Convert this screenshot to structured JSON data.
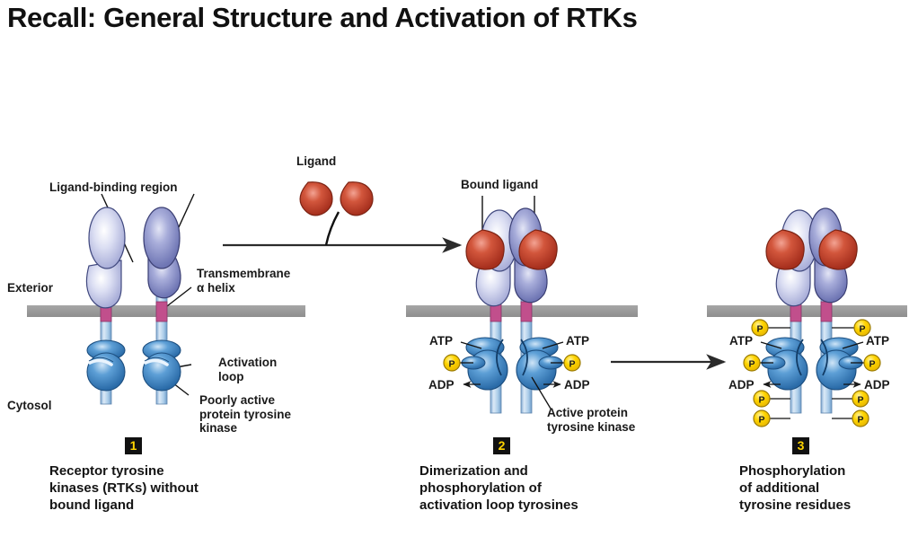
{
  "slide": {
    "title": "Recall: General Structure and Activation of RTKs",
    "background_color": "#ffffff"
  },
  "colors": {
    "membrane": "#9a9a9a",
    "receptor_light": "#c3c7e8",
    "receptor_dark": "#8b8fc6",
    "ligand_red": "#c8402c",
    "kinase_blue": "#3f87c8",
    "stalk_blue": "#8fb8de",
    "tm_helix": "#b8447f",
    "phosphate_yellow": "#ffd400",
    "badge_bg": "#111111",
    "badge_text": "#ffd400"
  },
  "membrane_labels": {
    "exterior": "Exterior",
    "cytosol": "Cytosol"
  },
  "panels": [
    {
      "id": "panel-1",
      "step_number": "1",
      "caption": "Receptor tyrosine\nkinases (RTKs) without\nbound ligand",
      "labels": [
        {
          "name": "ligand-binding-region",
          "text": "Ligand-binding region"
        },
        {
          "name": "transmembrane-alpha-helix",
          "text": "Transmembrane\nα helix"
        },
        {
          "name": "activation-loop",
          "text": "Activation\nloop"
        },
        {
          "name": "poorly-active-kinase",
          "text": "Poorly active\nprotein tyrosine\nkinase"
        }
      ]
    },
    {
      "id": "panel-2",
      "step_number": "2",
      "caption": "Dimerization and\nphosphorylation of\nactivation loop tyrosines",
      "labels": [
        {
          "name": "bound-ligand",
          "text": "Bound ligand"
        },
        {
          "name": "atp-left",
          "text": "ATP"
        },
        {
          "name": "atp-right",
          "text": "ATP"
        },
        {
          "name": "adp-left",
          "text": "ADP"
        },
        {
          "name": "adp-right",
          "text": "ADP"
        },
        {
          "name": "active-kinase",
          "text": "Active protein\ntyrosine kinase"
        }
      ],
      "phosphate_count": 2
    },
    {
      "id": "panel-3",
      "step_number": "3",
      "caption": "Phosphorylation\nof additional\ntyrosine residues",
      "labels": [
        {
          "name": "atp-left",
          "text": "ATP"
        },
        {
          "name": "atp-right",
          "text": "ATP"
        },
        {
          "name": "adp-left",
          "text": "ADP"
        },
        {
          "name": "adp-right",
          "text": "ADP"
        }
      ],
      "phosphate_count": 8
    }
  ],
  "free_ligand": {
    "label": "Ligand",
    "molecule_count": 2
  },
  "phosphate_glyph": "P"
}
